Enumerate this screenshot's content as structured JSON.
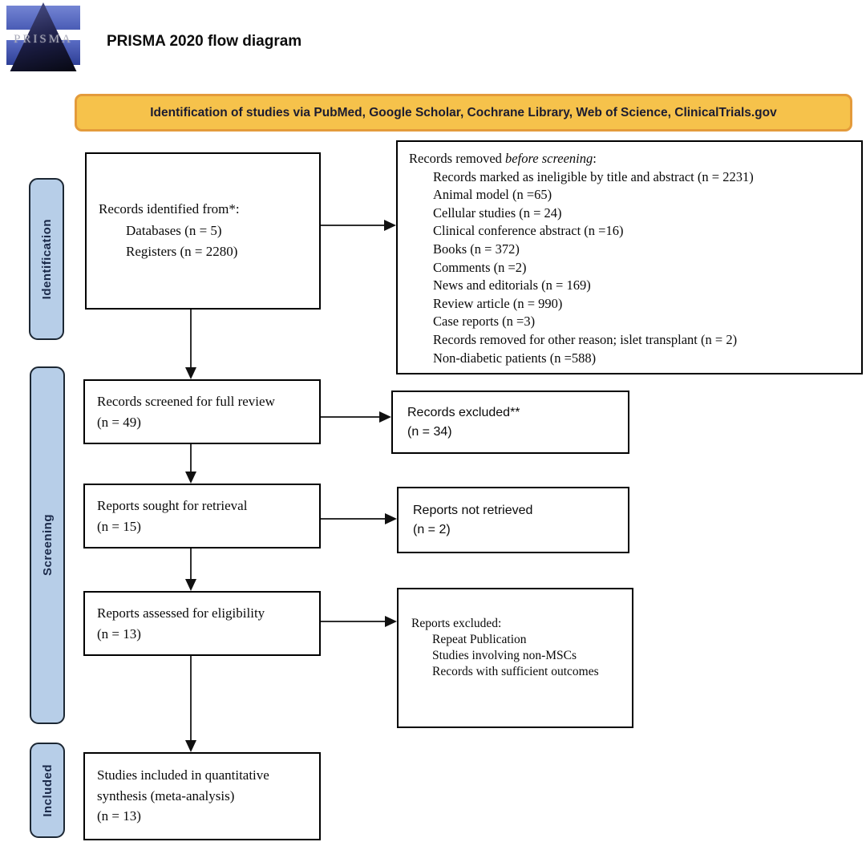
{
  "header": {
    "title": "PRISMA 2020 flow diagram",
    "logo_text": "PRISMA"
  },
  "banner": {
    "text": "Identification of studies via PubMed, Google Scholar, Cochrane Library, Web of Science, ClinicalTrials.gov"
  },
  "stages": {
    "identification": "Identification",
    "screening": "Screening",
    "included": "Included"
  },
  "colors": {
    "banner_fill": "#f6c24b",
    "banner_border": "#e49b3b",
    "stage_fill": "#b7cee8",
    "stage_border": "#1c2733",
    "box_border": "#000000"
  },
  "boxes": {
    "records_identified": {
      "line1": "Records identified from*:",
      "items": [
        "Databases (n = 5)",
        "Registers (n = 2280)"
      ]
    },
    "records_removed": {
      "intro_prefix": "Records removed ",
      "intro_italic": "before screening",
      "intro_suffix": ":",
      "items": [
        "Records marked as ineligible by title and abstract (n = 2231)",
        "Animal model (n =65)",
        "Cellular studies (n = 24)",
        "Clinical conference abstract (n =16)",
        "Books (n = 372)",
        "Comments (n =2)",
        "News and editorials (n = 169)",
        "Review article (n = 990)",
        "Case reports (n =3)",
        "Records removed for other reason; islet transplant (n = 2)",
        "Non-diabetic patients (n =588)"
      ]
    },
    "records_screened": {
      "line1": "Records screened for full review",
      "line2": "(n = 49)"
    },
    "records_excluded": {
      "line1": "Records excluded**",
      "line2": "(n = 34)"
    },
    "reports_sought": {
      "line1": "Reports sought for retrieval",
      "line2": "(n = 15)"
    },
    "reports_not_retrieved": {
      "line1": "Reports not retrieved",
      "line2": "(n = 2)"
    },
    "reports_assessed": {
      "line1": "Reports assessed for eligibility",
      "line2": "(n = 13)"
    },
    "reports_excluded": {
      "line1": "Reports excluded:",
      "items": [
        "Repeat Publication",
        "Studies involving non-MSCs",
        "Records with sufficient outcomes"
      ]
    },
    "studies_included": {
      "line1": "Studies included in quantitative",
      "line2": "synthesis (meta-analysis)",
      "line3": "(n = 13)"
    }
  }
}
